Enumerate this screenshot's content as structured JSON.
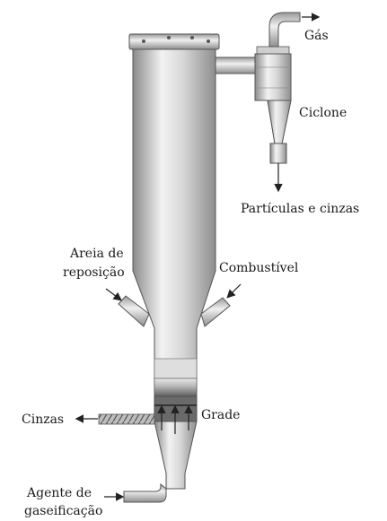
{
  "labels": {
    "gas": "Gás",
    "cyclone": "Ciclone",
    "particles": "Partículas e cinzas",
    "sand_line1": "Areia de",
    "sand_line2": "reposição",
    "fuel": "Combustível",
    "ash": "Cinzas",
    "grate": "Grade",
    "agent_line1": "Agente de",
    "agent_line2": "gaseificação"
  },
  "colors": {
    "metal_dark": "#8a8a8a",
    "metal_mid": "#cfcfcf",
    "metal_light": "#f4f4f4",
    "outline": "#555555",
    "bed_dark": "#6f6f6f",
    "arrow": "#222222"
  }
}
